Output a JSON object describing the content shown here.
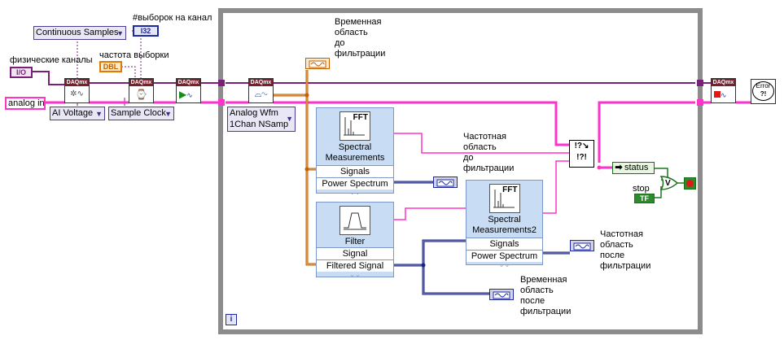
{
  "constants": {
    "sample_mode": "Continuous Samples",
    "samples_label": "#выборок на канал",
    "samples_type": "I32",
    "rate_label": "частота выборки",
    "rate_type": "DBL",
    "channels_label": "физические каналы",
    "channels_type": "I/O",
    "channel_value": "analog in"
  },
  "nodes": {
    "daqmx_header": "DAQmx",
    "ai_voltage": "AI Voltage",
    "sample_clock": "Sample Clock",
    "read_mode_line1": "Analog Wfm",
    "read_mode_line2": "1Chan NSamp"
  },
  "express": {
    "spectral1_line1": "Spectral",
    "spectral1_line2": "Measurements",
    "spectral1_in": "Signals",
    "spectral1_out": "Power Spectrum",
    "filter_title": "Filter",
    "filter_in": "Signal",
    "filter_out": "Filtered Signal",
    "spectral2_line1": "Spectral",
    "spectral2_line2": "Measurements2",
    "spectral2_in": "Signals",
    "spectral2_out": "Power Spectrum",
    "fft_icon": "FFT"
  },
  "labels": {
    "time_before_1": "Временная",
    "time_before_2": "область",
    "time_before_3": "до",
    "time_before_4": "фильтрации",
    "freq_before_1": "Частотная",
    "freq_before_2": "область",
    "freq_before_3": "до",
    "freq_before_4": "фильтрации",
    "freq_after_1": "Частотная",
    "freq_after_2": "область",
    "freq_after_3": "после",
    "freq_after_4": "фильтрации",
    "time_after_1": "Временная",
    "time_after_2": "область",
    "time_after_3": "после",
    "time_after_4": "фильтрации",
    "status": "status",
    "stop": "stop",
    "stop_type": "TF",
    "or_symbol": "V",
    "error_label": "Error",
    "loop_info": "i"
  },
  "colors": {
    "error_wire": "#7a1f7a",
    "dynamic_wire": "#ff33cc",
    "waveform_wire": "#c06000",
    "spectrum_wire": "#1a237e",
    "loop_frame": "#8c8c8c"
  }
}
